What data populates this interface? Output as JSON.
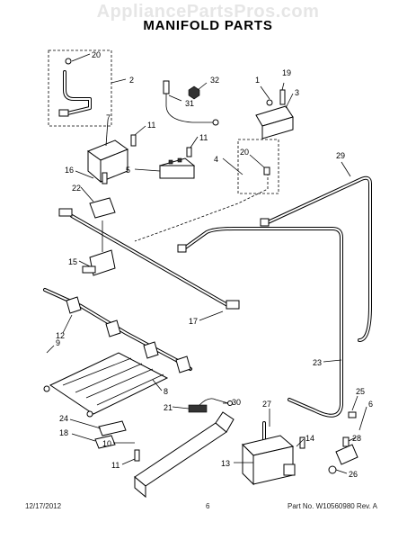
{
  "watermark": "AppliancePartsPros.com",
  "title": "MANIFOLD PARTS",
  "callouts": [
    "20",
    "2",
    "32",
    "1",
    "19",
    "3",
    "31",
    "7",
    "11",
    "11",
    "20",
    "4",
    "29",
    "16",
    "5",
    "22",
    "15",
    "17",
    "12",
    "9",
    "23",
    "8",
    "30",
    "21",
    "25",
    "27",
    "6",
    "24",
    "18",
    "10",
    "14",
    "28",
    "11",
    "13",
    "26"
  ],
  "footer": {
    "date": "12/17/2012",
    "page": "6",
    "part_no": "Part No. W10560980  Rev. A"
  }
}
